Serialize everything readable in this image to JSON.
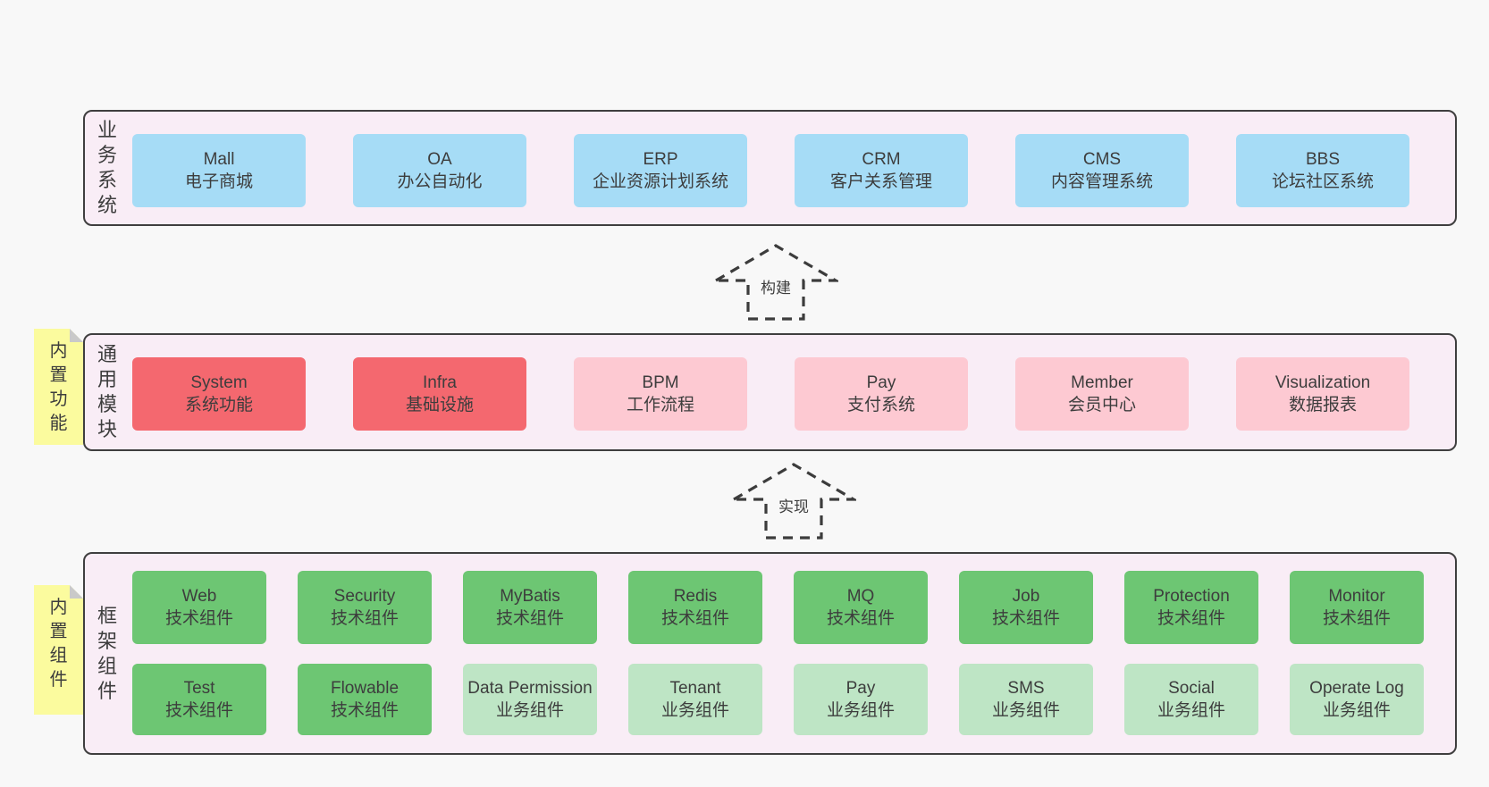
{
  "colors": {
    "page_bg": "#f8f8f8",
    "panel_bg": "#f9edf6",
    "panel_border": "#3f3f3f",
    "business_box": "#a6dcf6",
    "core_module_box": "#f4686f",
    "module_box": "#fdc9d2",
    "tech_component_box": "#6dc673",
    "biz_component_box": "#bee5c5",
    "sticky_note": "#fbfb9e",
    "text": "#3d3d3d"
  },
  "arrows": {
    "build": {
      "label": "构建"
    },
    "implement": {
      "label": "实现"
    }
  },
  "business": {
    "side_label": "业务系统",
    "items": [
      {
        "name": "Mall",
        "desc": "电子商城"
      },
      {
        "name": "OA",
        "desc": "办公自动化"
      },
      {
        "name": "ERP",
        "desc": "企业资源计划系统"
      },
      {
        "name": "CRM",
        "desc": "客户关系管理"
      },
      {
        "name": "CMS",
        "desc": "内容管理系统"
      },
      {
        "name": "BBS",
        "desc": "论坛社区系统"
      }
    ]
  },
  "modules": {
    "side_label": "通用模块",
    "note_label": "内置功能",
    "items": [
      {
        "name": "System",
        "desc": "系统功能",
        "variant": "red"
      },
      {
        "name": "Infra",
        "desc": "基础设施",
        "variant": "red"
      },
      {
        "name": "BPM",
        "desc": "工作流程",
        "variant": "pink"
      },
      {
        "name": "Pay",
        "desc": "支付系统",
        "variant": "pink"
      },
      {
        "name": "Member",
        "desc": "会员中心",
        "variant": "pink"
      },
      {
        "name": "Visualization",
        "desc": "数据报表",
        "variant": "pink"
      }
    ]
  },
  "framework": {
    "side_label": "框架组件",
    "note_label": "内置组件",
    "row1": [
      {
        "name": "Web",
        "desc": "技术组件",
        "variant": "dark"
      },
      {
        "name": "Security",
        "desc": "技术组件",
        "variant": "dark"
      },
      {
        "name": "MyBatis",
        "desc": "技术组件",
        "variant": "dark"
      },
      {
        "name": "Redis",
        "desc": "技术组件",
        "variant": "dark"
      },
      {
        "name": "MQ",
        "desc": "技术组件",
        "variant": "dark"
      },
      {
        "name": "Job",
        "desc": "技术组件",
        "variant": "dark"
      },
      {
        "name": "Protection",
        "desc": "技术组件",
        "variant": "dark"
      },
      {
        "name": "Monitor",
        "desc": "技术组件",
        "variant": "dark"
      }
    ],
    "row2": [
      {
        "name": "Test",
        "desc": "技术组件",
        "variant": "dark"
      },
      {
        "name": "Flowable",
        "desc": "技术组件",
        "variant": "dark"
      },
      {
        "name": "Data Permission",
        "desc": "业务组件",
        "variant": "light"
      },
      {
        "name": "Tenant",
        "desc": "业务组件",
        "variant": "light"
      },
      {
        "name": "Pay",
        "desc": "业务组件",
        "variant": "light"
      },
      {
        "name": "SMS",
        "desc": "业务组件",
        "variant": "light"
      },
      {
        "name": "Social",
        "desc": "业务组件",
        "variant": "light"
      },
      {
        "name": "Operate Log",
        "desc": "业务组件",
        "variant": "light"
      }
    ]
  }
}
